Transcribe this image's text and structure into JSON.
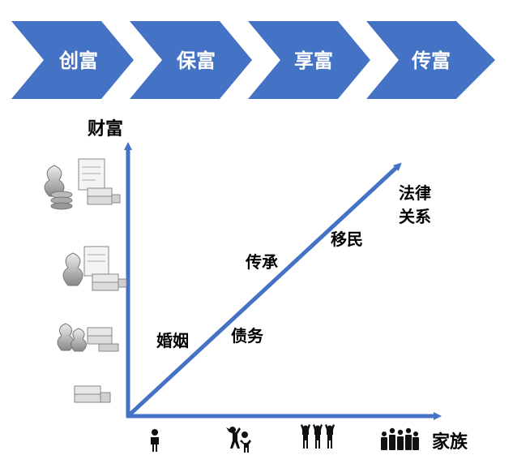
{
  "stages": [
    "创富",
    "保富",
    "享富",
    "传富"
  ],
  "axes": {
    "y_label": "财富",
    "x_label": "家族"
  },
  "line_labels": {
    "marriage": "婚姻",
    "debt": "债务",
    "inheritance": "传承",
    "immigration": "移民",
    "legal_line1": "法律",
    "legal_line2": "关系"
  },
  "wealth_icons": [
    "money-bags-coins-certificate-icon",
    "money-bag-certificate-icon",
    "money-bags-stack-icon",
    "cash-stack-icon"
  ],
  "family_icons": [
    "single-person-icon",
    "couple-icon",
    "family-of-three-icon",
    "large-family-icon"
  ],
  "colors": {
    "chevron": "#4472c4",
    "chevron_text": "#ffffff",
    "axis": "#4472c4",
    "diagonal": "#4472c4",
    "text": "#000000"
  }
}
